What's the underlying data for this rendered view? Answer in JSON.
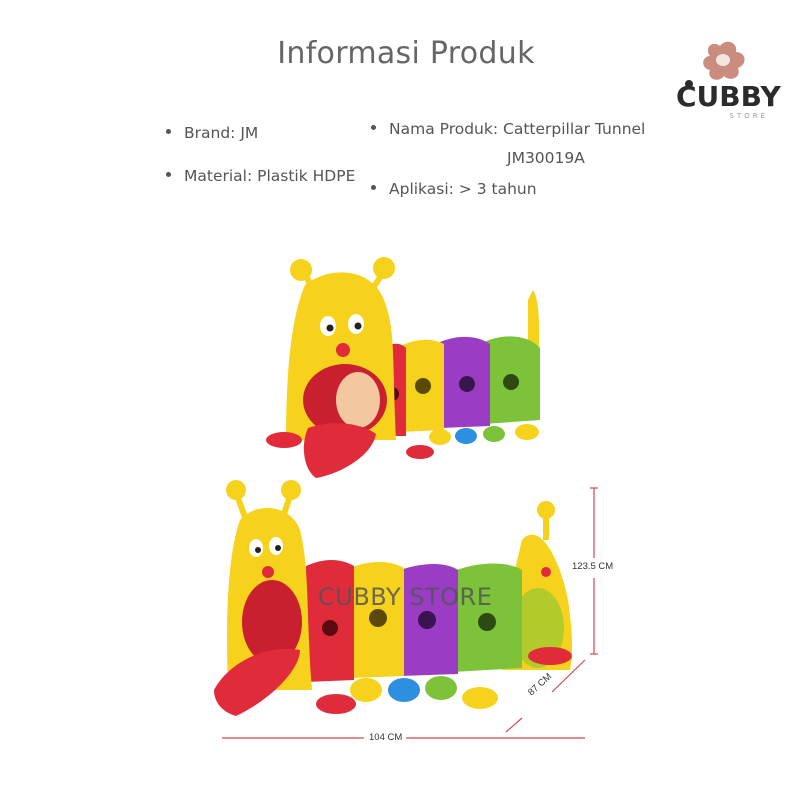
{
  "header": {
    "title": "Informasi Produk"
  },
  "logo": {
    "word": "CUBBY",
    "sub": "STORE"
  },
  "info": {
    "brand": "Brand: JM",
    "material": "Material: Plastik HDPE",
    "nama_line1": "Nama Produk: Catterpillar  Tunnel",
    "nama_line2": "JM30019A",
    "aplikasi": "Aplikasi: > 3 tahun"
  },
  "watermark": "CUBBY STORE",
  "dimensions": {
    "height": "123.5 CM",
    "depth": "87 CM",
    "width": "104 CM"
  },
  "colors": {
    "yellow": "#f6d21c",
    "red": "#e02b3b",
    "purple": "#9a3dc4",
    "green": "#7cc33a",
    "blue": "#2d8fe0",
    "logo_brown": "#c98c7e"
  }
}
